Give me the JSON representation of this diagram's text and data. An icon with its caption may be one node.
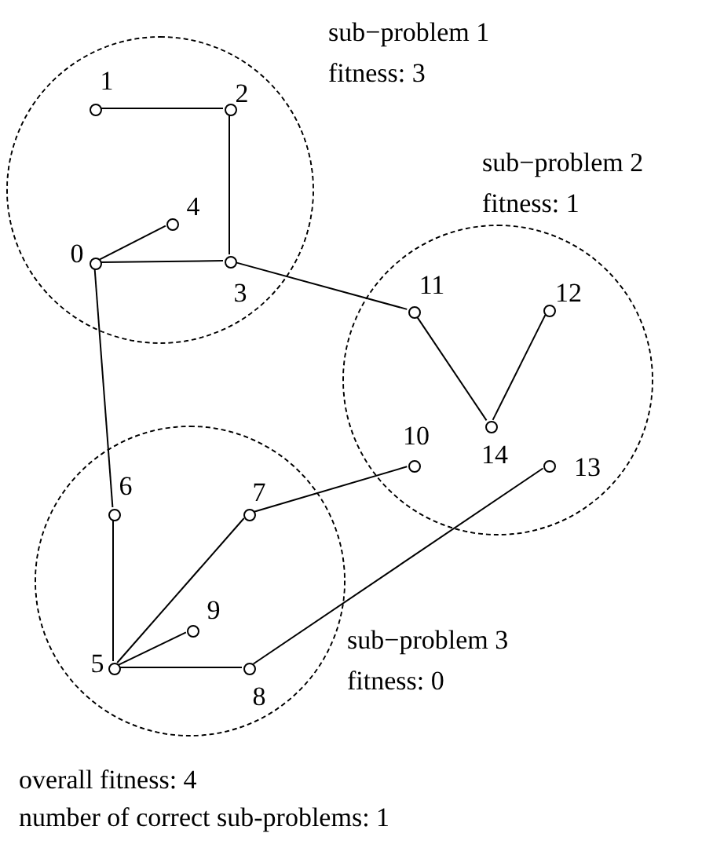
{
  "diagram": {
    "nodes": [
      {
        "text": [
          "sub−problem 1",
          "fitness: 3"
        ]
      },
      {
        "text": [
          "sub−problem 2",
          "fitness: 1"
        ]
      },
      {
        "text": [
          "sub−problem 3",
          "fitness: 0"
        ]
      },
      {
        "text": [
          "0"
        ],
        "in": 0
      },
      {
        "text": [
          "1"
        ],
        "in": 0
      },
      {
        "text": [
          "2"
        ],
        "in": 0
      },
      {
        "text": [
          "3"
        ],
        "in": 0
      },
      {
        "text": [
          "4"
        ],
        "in": 0
      },
      {
        "text": [
          "5"
        ],
        "in": 2
      },
      {
        "text": [
          "6"
        ],
        "in": 2
      },
      {
        "text": [
          "7"
        ],
        "in": 2
      },
      {
        "text": [
          "8"
        ],
        "in": 2
      },
      {
        "text": [
          "9"
        ],
        "in": 2
      },
      {
        "text": [
          "10"
        ],
        "in": 1
      },
      {
        "text": [
          "11"
        ],
        "in": 1
      },
      {
        "text": [
          "12"
        ],
        "in": 1
      },
      {
        "text": [
          "13"
        ],
        "in": 1
      },
      {
        "text": [
          "14"
        ],
        "in": 1
      }
    ],
    "edges": [
      {
        "from": 4,
        "to": 5,
        "arrow": "none"
      },
      {
        "from": 5,
        "to": 6,
        "arrow": "none"
      },
      {
        "from": 3,
        "to": 6,
        "arrow": "none"
      },
      {
        "from": 3,
        "to": 7,
        "arrow": "none"
      },
      {
        "from": 6,
        "to": 14,
        "arrow": "none"
      },
      {
        "from": 14,
        "to": 17,
        "arrow": "none"
      },
      {
        "from": 17,
        "to": 15,
        "arrow": "none"
      },
      {
        "from": 3,
        "to": 9,
        "arrow": "none"
      },
      {
        "from": 9,
        "to": 8,
        "arrow": "none"
      },
      {
        "from": 8,
        "to": 10,
        "arrow": "none"
      },
      {
        "from": 10,
        "to": 13,
        "arrow": "none"
      },
      {
        "from": 8,
        "to": 12,
        "arrow": "none"
      },
      {
        "from": 8,
        "to": 11,
        "arrow": "none"
      },
      {
        "from": 11,
        "to": 16,
        "arrow": "none"
      }
    ],
    "labels": [
      "overall fitness: 4",
      "number of correct sub-problems: 1"
    ]
  }
}
